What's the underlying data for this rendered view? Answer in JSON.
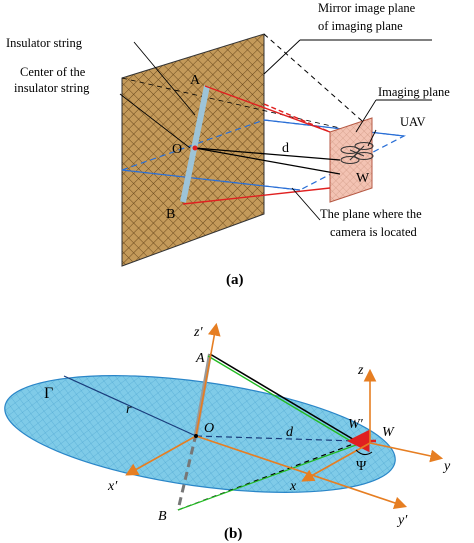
{
  "panel_a": {
    "caption": "(a)",
    "labels": {
      "insulator_string": "Insulator string",
      "center_line1": "Center of the",
      "center_line2": "insulator string",
      "mirror_line1": "Mirror image plane",
      "mirror_line2": "of  imaging plane",
      "imaging_plane": "Imaging plane",
      "uav": "UAV",
      "camera_plane_line1": "The plane where the",
      "camera_plane_line2": "camera is located",
      "point_a": "A",
      "point_o": "O",
      "point_b": "B",
      "point_d": "d",
      "point_w": "W"
    },
    "colors": {
      "mesh_fill": "#c49a5a",
      "mesh_line": "#6b4a1e",
      "red_line": "#e02020",
      "blue_plane": "#2a6fd6",
      "imaging_fill": "#f3c3b3",
      "insulator": "#9dc4d8"
    }
  },
  "panel_b": {
    "caption": "(b)",
    "labels": {
      "gamma": "Γ",
      "r": "r",
      "o": "O",
      "d": "d",
      "a": "A",
      "b": "B",
      "w": "W",
      "w_prime": "W′",
      "psi": "Ψ",
      "x": "x",
      "y": "y",
      "z": "z",
      "x_prime": "x′",
      "y_prime": "y′",
      "z_prime": "z′"
    },
    "colors": {
      "ellipse_fill": "#7fcbe8",
      "ellipse_stroke": "#2a86c8",
      "axis": "#e67e22",
      "green": "#22bb22",
      "red": "#e02020",
      "gray_rod": "#999999",
      "dark_blue": "#1a3d7c"
    }
  }
}
